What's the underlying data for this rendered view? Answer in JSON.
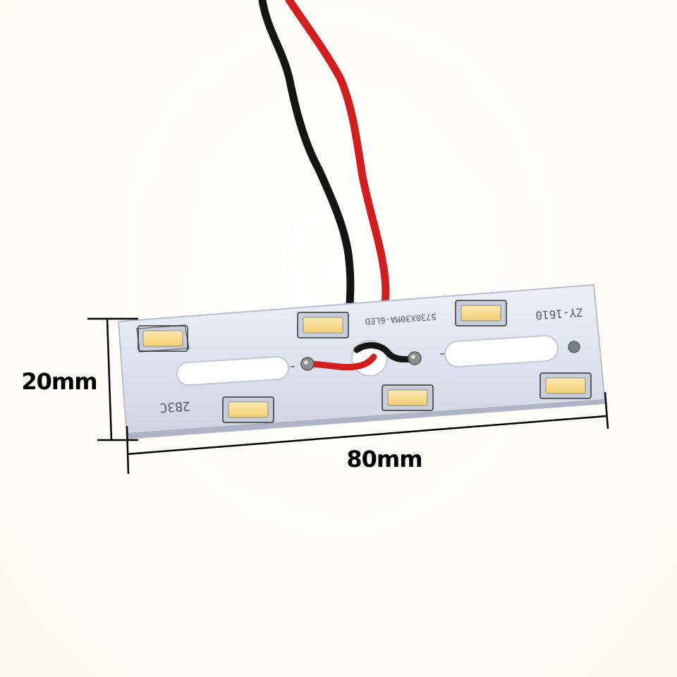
{
  "dimensions": {
    "height_label": "20mm",
    "width_label": "80mm"
  },
  "board": {
    "silkscreen_part_number": "ZY-1610",
    "silkscreen_spec": "5730X30MA-6LED",
    "silkscreen_code": "2B3C",
    "led_count": 6
  },
  "colors": {
    "board": "#dfe3ef",
    "led_phosphor": "#f7d788",
    "wire_red": "#d41e1e",
    "wire_black": "#141414",
    "dimension_line": "#000000"
  }
}
